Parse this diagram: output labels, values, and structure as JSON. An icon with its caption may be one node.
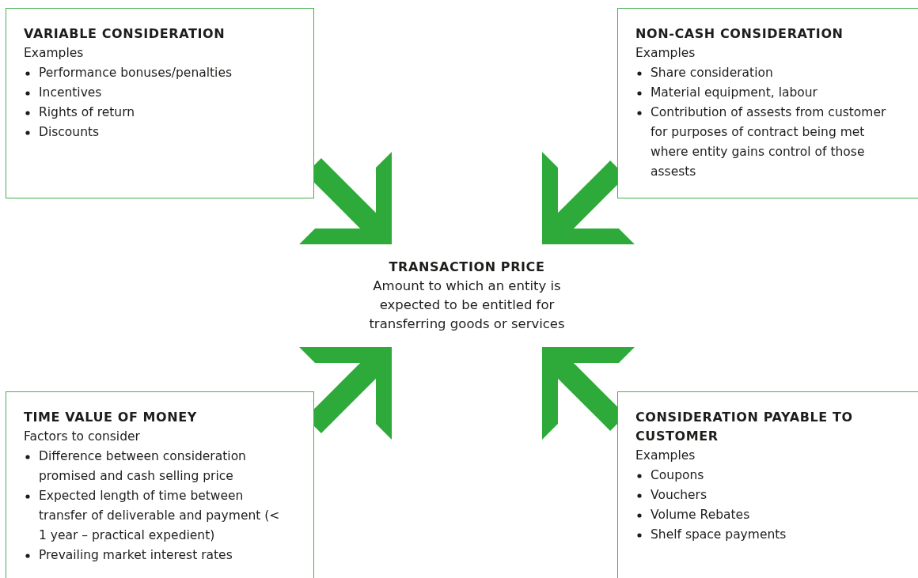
{
  "diagram": {
    "nodes": [
      {
        "text": [
          "VARIABLE CONSIDERATION",
          "Examples",
          "Performance bonuses/penalties",
          "Incentives",
          "Rights of return",
          "Discounts"
        ]
      },
      {
        "text": [
          "NON-CASH CONSIDERATION",
          "Examples",
          "Share consideration",
          "Material equipment, labour",
          "Contribution of assests from customer for purposes of contract being met where entity gains control of those assests"
        ]
      },
      {
        "text": [
          "TRANSACTION PRICE",
          "Amount to which an entity is expected to be entitled for transferring goods or services"
        ]
      },
      {
        "text": [
          "TIME VALUE OF MONEY",
          "Factors to consider",
          "Difference between consideration promised and cash selling price",
          "Expected length of time between transfer of deliverable and payment (< 1 year – practical expedient)",
          "Prevailing market interest rates"
        ]
      },
      {
        "text": [
          "CONSIDERATION PAYABLE TO CUSTOMER",
          "Examples",
          "Coupons",
          "Vouchers",
          "Volume Rebates",
          "Shelf space payments"
        ]
      }
    ],
    "edges": [
      {
        "from": 0,
        "to": 2,
        "arrow": "to"
      },
      {
        "from": 1,
        "to": 2,
        "arrow": "to"
      },
      {
        "from": 3,
        "to": 2,
        "arrow": "to"
      },
      {
        "from": 4,
        "to": 2,
        "arrow": "to"
      }
    ]
  }
}
